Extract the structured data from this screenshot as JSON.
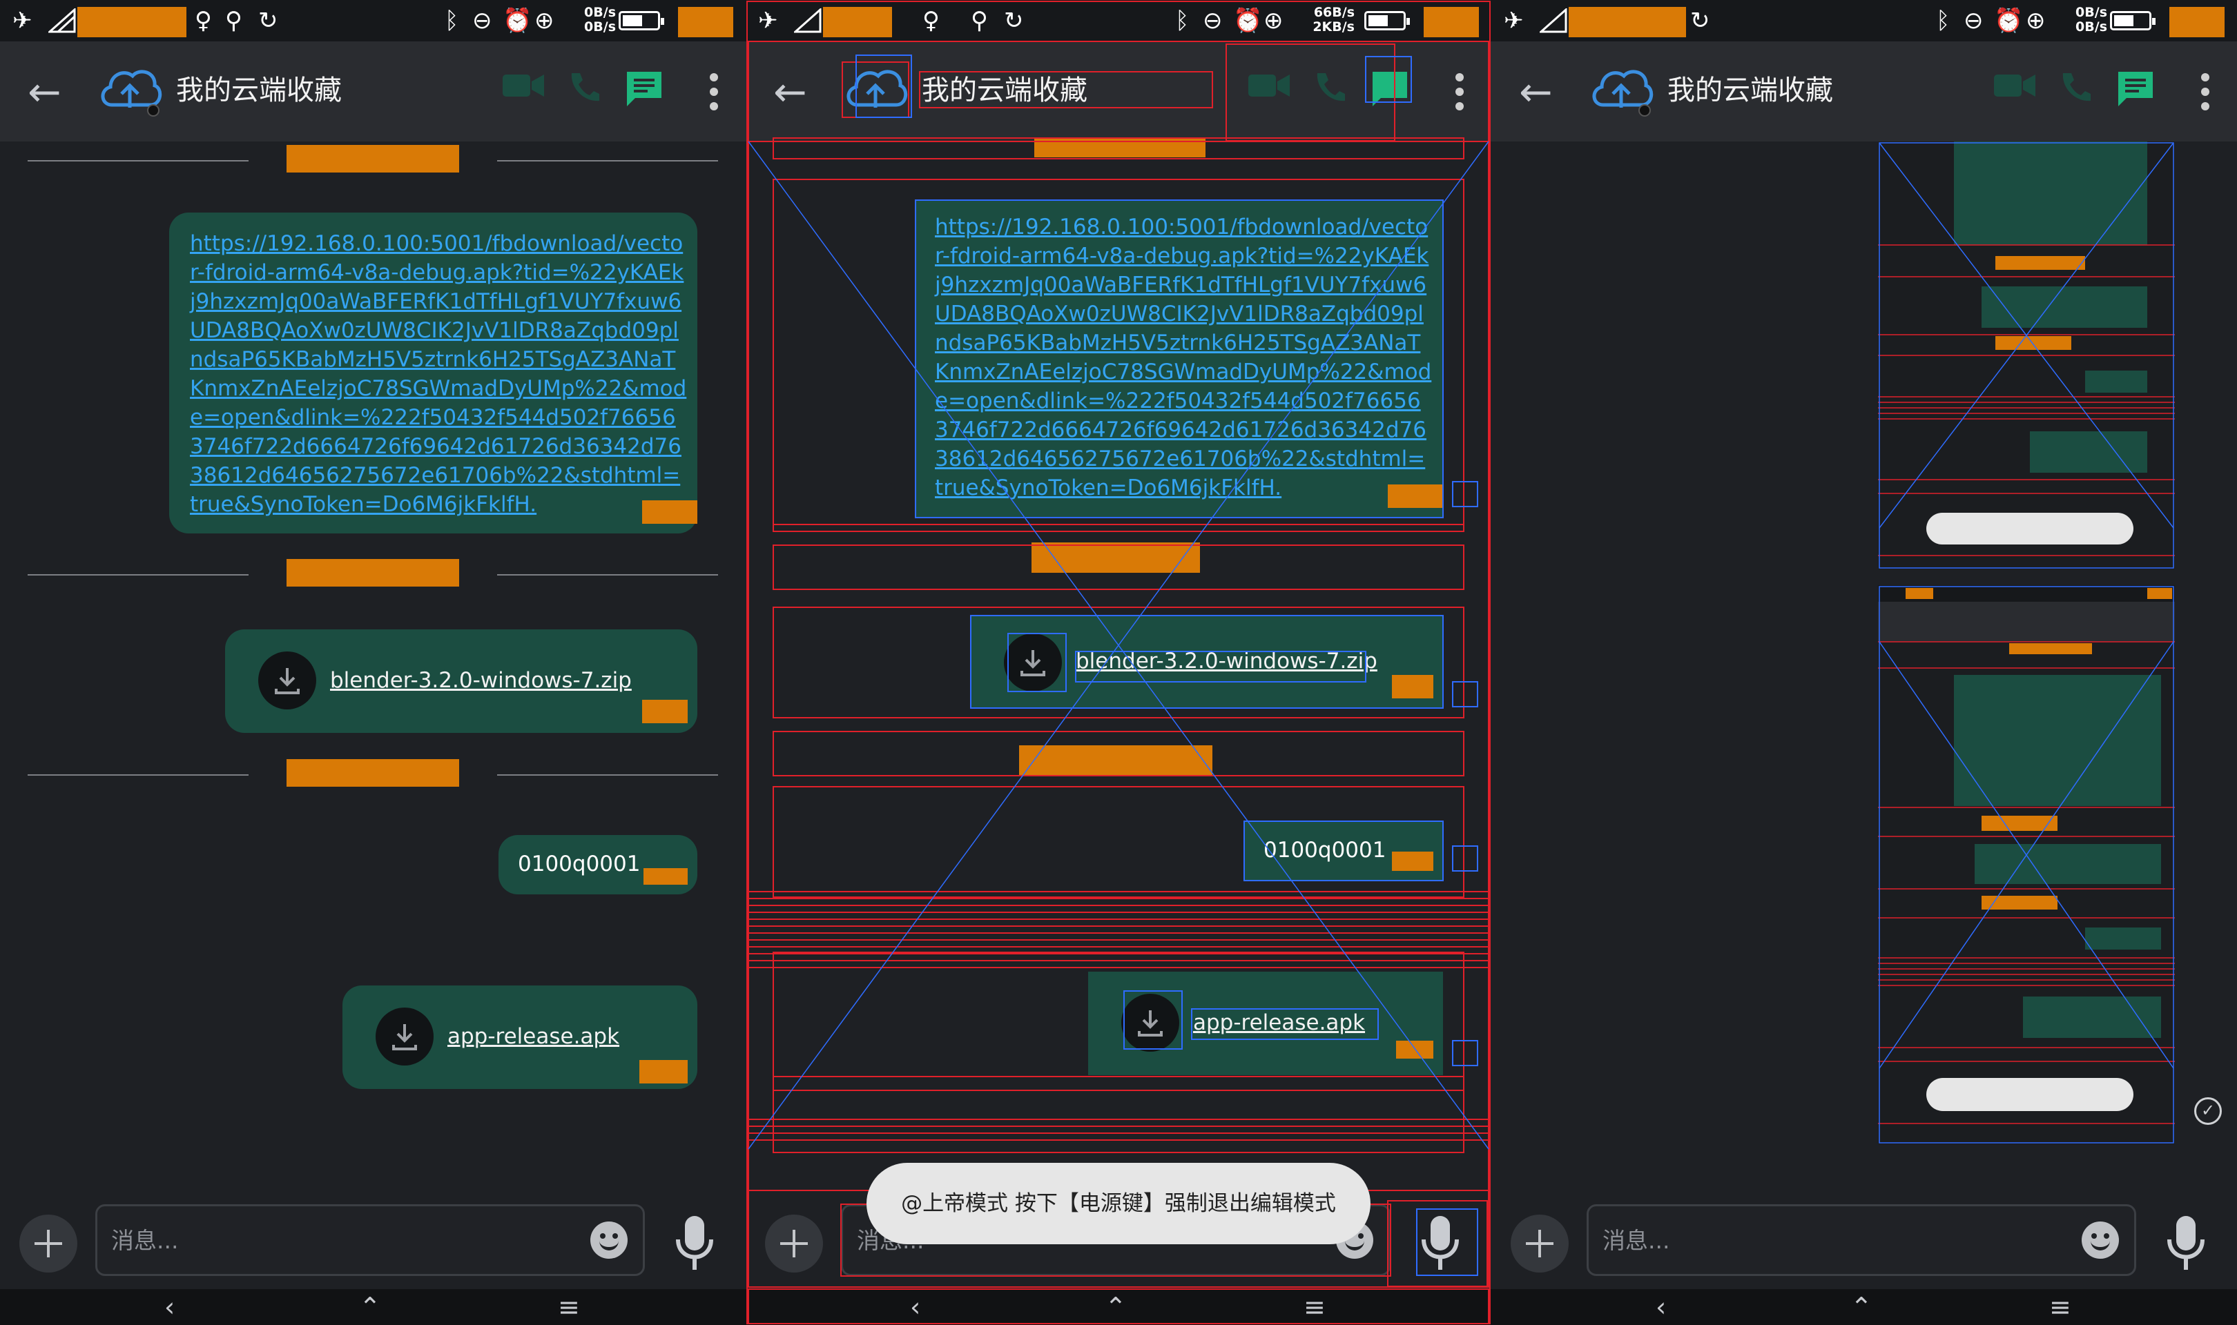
{
  "status_bar": {
    "rate_up": "0B/s",
    "rate_down": "0B/s",
    "rate_up_alt": "66B/s",
    "rate_down_alt": "2KB/s",
    "icons": [
      "airplane-icon",
      "wifi-icon",
      "bulb-icon",
      "accessibility-icon",
      "sync-icon",
      "bluetooth-icon",
      "dnd-icon",
      "alarm-icon",
      "battery-icon"
    ]
  },
  "app_bar": {
    "title": "我的云端收藏",
    "icons": [
      "back-arrow-icon",
      "cloud-upload-icon",
      "video-call-icon",
      "phone-icon",
      "sms-icon",
      "more-vert-icon"
    ]
  },
  "messages": [
    {
      "type": "link",
      "text": "https://192.168.0.100:5001/fbdownload/vector-fdroid-arm64-v8a-debug.apk?tid=%22yKAEkj9hzxzmJq00aWaBFERfK1dTfHLgf1VUY7fxuw6UDA8BQAoXw0zUW8CIK2JvV1lDR8aZqbd09plndsaP65KBabMzH5V5ztrnk6H25TSgAZ3ANaTKnmxZnAEelzjoC78SGWmadDyUMp%22&mode=open&dlink=%222f50432f544d502f766563746f722d6664726f69642d61726d36342d7638612d64656275672e61706b%22&stdhtml=true&SynoToken=Do6M6jkFklfH."
    },
    {
      "type": "file",
      "text": "blender-3.2.0-windows-7.zip"
    },
    {
      "type": "text",
      "text": "0100q0001"
    },
    {
      "type": "file",
      "text": "app-release.apk"
    }
  ],
  "input": {
    "placeholder": "消息..."
  },
  "toast": {
    "text": "@上帝模式 按下【电源键】强制退出编辑模式"
  },
  "nav_bar": {
    "back": "‹",
    "home": "⌃",
    "recents": "≡"
  },
  "colors": {
    "background": "#1e2024",
    "app_bar": "#2a2c30",
    "bubble": "#1b4d41",
    "link": "#34a4f2",
    "redaction": "#d97a06",
    "bounds_red": "#e0202a",
    "bounds_blue": "#2f6cff",
    "accent_green": "#1db87e"
  }
}
